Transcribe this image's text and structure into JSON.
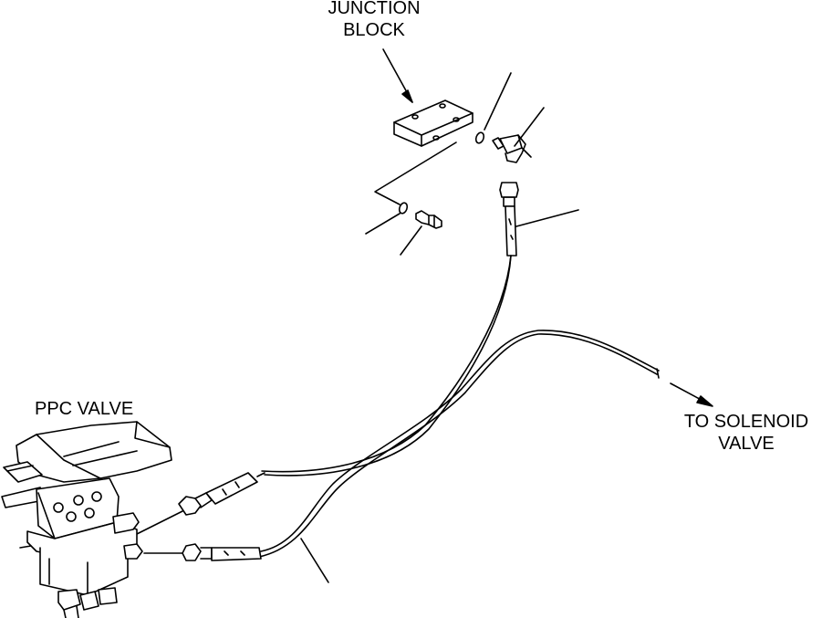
{
  "labels": {
    "junction_block": [
      "JUNCTION",
      "BLOCK"
    ],
    "ppc_valve": "PPC VALVE",
    "to_solenoid_valve": [
      "TO SOLENOID",
      "VALVE"
    ]
  },
  "colors": {
    "ink": "#000000",
    "paper": "#ffffff"
  }
}
